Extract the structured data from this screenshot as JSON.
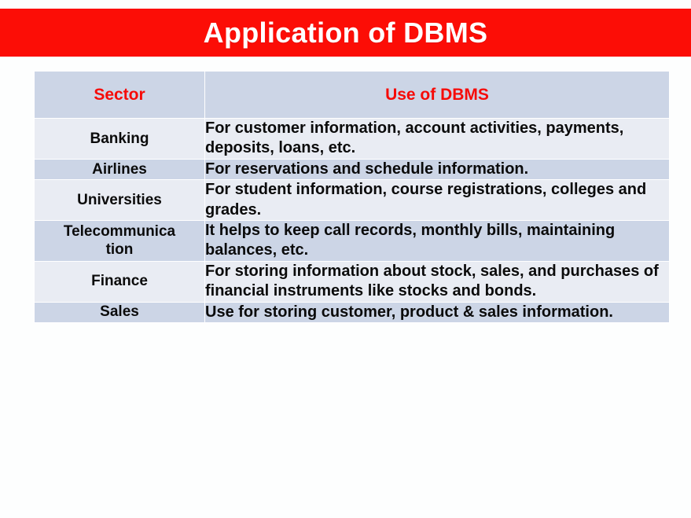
{
  "slide": {
    "title": "Application of DBMS",
    "title_bar_color": "#fc0d06",
    "title_text_color": "#ffffff",
    "background_color": "#ffffff"
  },
  "table": {
    "header_text_color": "#f60b08",
    "row_color_dark": "#ccd5e6",
    "row_color_light": "#e9ecf3",
    "columns": [
      {
        "key": "sector",
        "label": "Sector"
      },
      {
        "key": "use",
        "label": "Use of DBMS"
      }
    ],
    "rows": [
      {
        "sector": "Banking",
        "sector_line1": "Banking",
        "sector_line2": "",
        "use": "For customer information, account activities, payments, deposits, loans, etc.",
        "shade": "light"
      },
      {
        "sector": "Airlines",
        "sector_line1": "Airlines",
        "sector_line2": "",
        "use": "For reservations and schedule information.",
        "shade": "dark"
      },
      {
        "sector": "Universities",
        "sector_line1": "Universities",
        "sector_line2": "",
        "use": "For student information, course registrations, colleges and grades.",
        "shade": "light"
      },
      {
        "sector": "Telecommunication",
        "sector_line1": "Telecommunica",
        "sector_line2": "tion",
        "use": "It helps to keep call records, monthly bills, maintaining balances, etc.",
        "shade": "dark"
      },
      {
        "sector": "Finance",
        "sector_line1": "Finance",
        "sector_line2": "",
        "use": "For storing information about stock, sales, and purchases of financial instruments like stocks and bonds.",
        "shade": "light"
      },
      {
        "sector": "Sales",
        "sector_line1": "Sales",
        "sector_line2": "",
        "use": "Use for storing customer, product & sales information.",
        "shade": "dark"
      }
    ]
  }
}
